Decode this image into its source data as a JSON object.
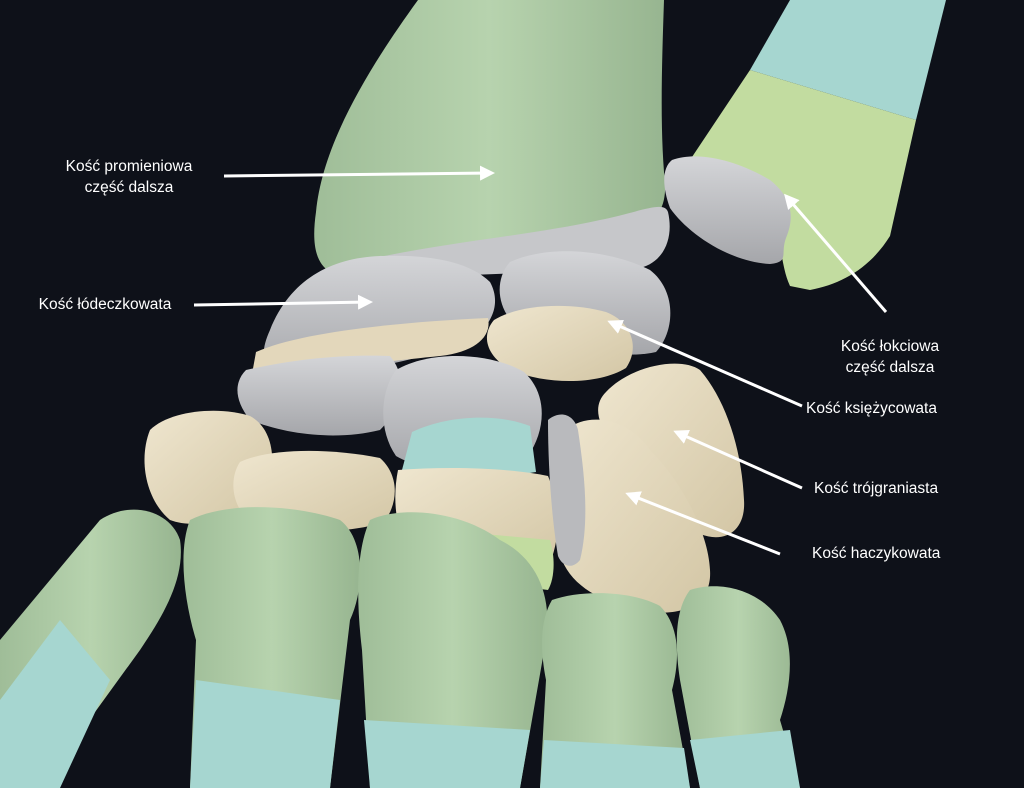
{
  "labels": {
    "radius": {
      "line1": "Kość promieniowa",
      "line2": "część dalsza"
    },
    "scaphoid": {
      "line1": "Kość łódeczkowata"
    },
    "ulna": {
      "line1": "Kość łokciowa",
      "line2": "część dalsza"
    },
    "lunate": {
      "line1": "Kość księżycowata"
    },
    "triquetrum": {
      "line1": "Kość trójgraniasta"
    },
    "hamate": {
      "line1": "Kość haczykowata"
    }
  },
  "colors": {
    "background": "#0e1119",
    "bone_green": "#a9c9a2",
    "bone_teal": "#a6d6d0",
    "bone_lime": "#c2dca0",
    "cartilage_gray": "#b9babd",
    "bone_cream": "#e3d7bb",
    "label_text": "#ffffff",
    "arrow": "#ffffff"
  }
}
